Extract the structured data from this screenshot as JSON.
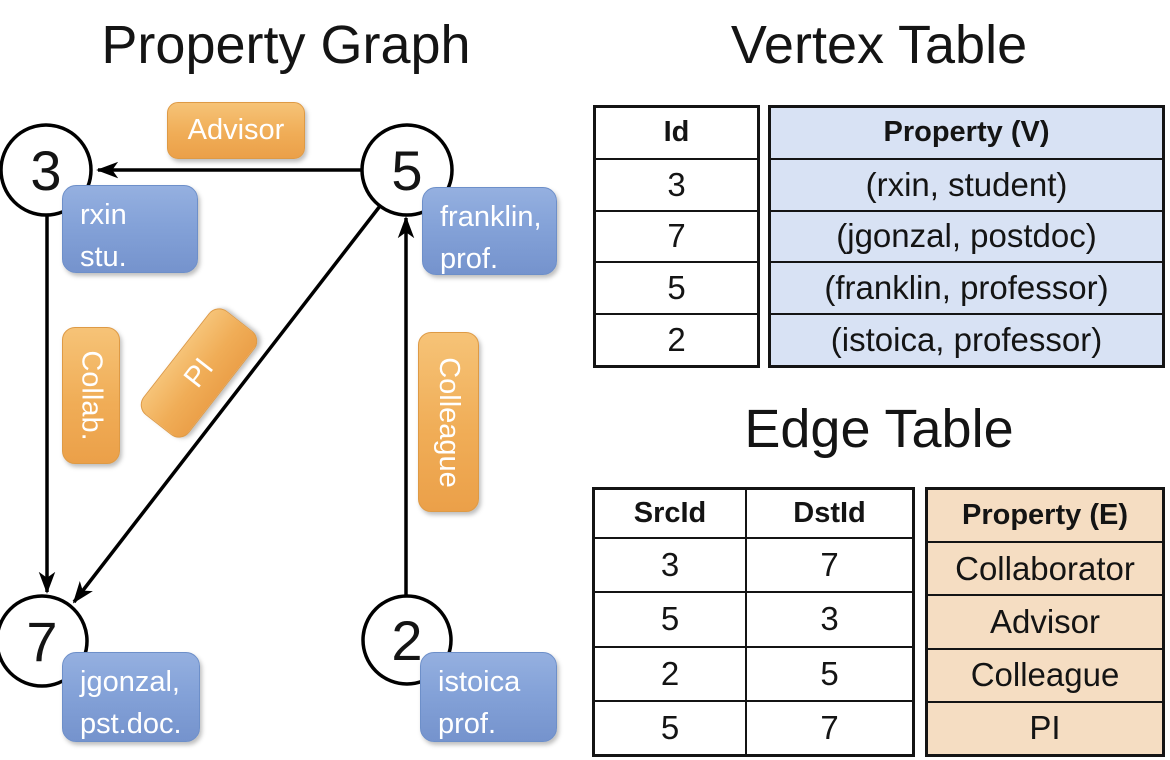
{
  "graph": {
    "title": "Property Graph",
    "nodes": [
      {
        "id": "3",
        "label_line1": "rxin",
        "label_line2": "stu."
      },
      {
        "id": "5",
        "label_line1": "franklin,",
        "label_line2": "prof."
      },
      {
        "id": "7",
        "label_line1": "jgonzal,",
        "label_line2": "pst.doc."
      },
      {
        "id": "2",
        "label_line1": "istoica",
        "label_line2": "prof."
      }
    ],
    "edge_labels": [
      {
        "label": "Advisor"
      },
      {
        "label": "Collab."
      },
      {
        "label": "PI"
      },
      {
        "label": "Colleague"
      }
    ]
  },
  "vertex_table": {
    "title": "Vertex Table",
    "headers": {
      "id": "Id",
      "property": "Property (V)"
    },
    "rows": [
      {
        "id": "3",
        "property": "(rxin, student)"
      },
      {
        "id": "7",
        "property": "(jgonzal, postdoc)"
      },
      {
        "id": "5",
        "property": "(franklin, professor)"
      },
      {
        "id": "2",
        "property": "(istoica, professor)"
      }
    ]
  },
  "edge_table": {
    "title": "Edge Table",
    "headers": {
      "src": "SrcId",
      "dst": "DstId",
      "property": "Property (E)"
    },
    "rows": [
      {
        "src": "3",
        "dst": "7",
        "property": "Collaborator"
      },
      {
        "src": "5",
        "dst": "3",
        "property": "Advisor"
      },
      {
        "src": "2",
        "dst": "5",
        "property": "Colleague"
      },
      {
        "src": "5",
        "dst": "7",
        "property": "PI"
      }
    ]
  },
  "colors": {
    "edge_label_fill": "#f0ad57",
    "node_property_fill": "#84a2d8",
    "vertex_table_fill": "#d8e2f4",
    "edge_table_fill": "#f5ddc2",
    "line_color": "#000000"
  }
}
